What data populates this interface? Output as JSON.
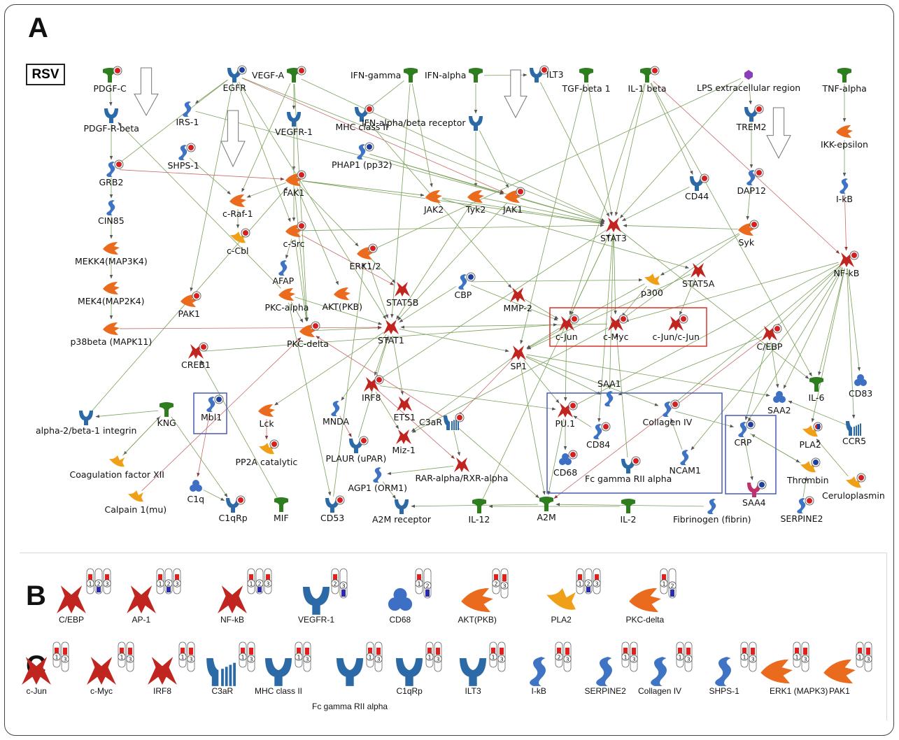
{
  "panels": {
    "a": "A",
    "b": "B",
    "c": "C"
  },
  "condition": "RSV",
  "colors": {
    "ligand": "#2e7d1e",
    "receptor": "#2b6aa6",
    "kinase": "#ea6a1e",
    "tf": "#c0251f",
    "protein": "#3f74c4",
    "enzyme": "#f0a016",
    "complex": "#3d6fc4",
    "compound": "#8a3fb8",
    "edge_activation": "#7aa05a",
    "edge_inhibition": "#c86a6a",
    "highlight_red": "#d9342b",
    "highlight_blue": "#4a5cb0",
    "bar_up": "#e0201d",
    "bar_down": "#2a2cb0"
  },
  "network_nodes": [
    {
      "id": "PDGF-C",
      "label": "PDGF-C",
      "type": "ligand",
      "dot": "red"
    },
    {
      "id": "EGFR",
      "label": "EGFR",
      "type": "receptor",
      "dot": "blue"
    },
    {
      "id": "VEGF-A",
      "label": "VEGF-A",
      "type": "ligand",
      "dot": "red"
    },
    {
      "id": "IFN-gamma",
      "label": "IFN-gamma",
      "type": "ligand",
      "dot": ""
    },
    {
      "id": "IFN-alpha",
      "label": "IFN-alpha",
      "type": "ligand",
      "dot": ""
    },
    {
      "id": "ILT3",
      "label": "ILT3",
      "type": "receptor",
      "dot": "red"
    },
    {
      "id": "TGF-beta1",
      "label": "TGF-beta 1",
      "type": "ligand",
      "dot": ""
    },
    {
      "id": "IL-1beta",
      "label": "IL-1 beta",
      "type": "ligand",
      "dot": "red"
    },
    {
      "id": "LPS",
      "label": "LPS extracellular region",
      "type": "compound",
      "dot": ""
    },
    {
      "id": "TNF-alpha",
      "label": "TNF-alpha",
      "type": "ligand",
      "dot": ""
    },
    {
      "id": "PDGF-R-beta",
      "label": "PDGF-R-beta",
      "type": "receptor",
      "dot": ""
    },
    {
      "id": "IRS-1",
      "label": "IRS-1",
      "type": "protein",
      "dot": ""
    },
    {
      "id": "MHC-II",
      "label": "MHC class II",
      "type": "receptor",
      "dot": "red"
    },
    {
      "id": "VEGFR-1",
      "label": "VEGFR-1",
      "type": "receptor",
      "dot": ""
    },
    {
      "id": "IFN-ab-R",
      "label": "IFN-alpha/beta receptor",
      "type": "receptor",
      "dot": ""
    },
    {
      "id": "TREM2",
      "label": "TREM2",
      "type": "receptor",
      "dot": "red"
    },
    {
      "id": "IKK-epsilon",
      "label": "IKK-epsilon",
      "type": "kinase",
      "dot": ""
    },
    {
      "id": "SHPS-1",
      "label": "SHPS-1",
      "type": "protein",
      "dot": "red"
    },
    {
      "id": "PHAP1",
      "label": "PHAP1 (pp32)",
      "type": "protein",
      "dot": "blue"
    },
    {
      "id": "GRB2",
      "label": "GRB2",
      "type": "protein",
      "dot": "red"
    },
    {
      "id": "FAK1",
      "label": "FAK1",
      "type": "kinase",
      "dot": "red"
    },
    {
      "id": "c-Raf-1",
      "label": "c-Raf-1",
      "type": "kinase",
      "dot": ""
    },
    {
      "id": "JAK2",
      "label": "JAK2",
      "type": "kinase",
      "dot": ""
    },
    {
      "id": "Tyk2",
      "label": "Tyk2",
      "type": "kinase",
      "dot": ""
    },
    {
      "id": "JAK1",
      "label": "JAK1",
      "type": "kinase",
      "dot": "red"
    },
    {
      "id": "CD44",
      "label": "CD44",
      "type": "receptor",
      "dot": "red"
    },
    {
      "id": "DAP12",
      "label": "DAP12",
      "type": "protein",
      "dot": "red"
    },
    {
      "id": "I-kB",
      "label": "I-kB",
      "type": "protein",
      "dot": ""
    },
    {
      "id": "CIN85",
      "label": "CIN85",
      "type": "protein",
      "dot": ""
    },
    {
      "id": "c-Cbl",
      "label": "c-Cbl",
      "type": "enzyme",
      "dot": "red"
    },
    {
      "id": "c-Src",
      "label": "c-Src",
      "type": "kinase",
      "dot": "red"
    },
    {
      "id": "STAT3",
      "label": "STAT3",
      "type": "tf",
      "dot": ""
    },
    {
      "id": "Syk",
      "label": "Syk",
      "type": "kinase",
      "dot": "red"
    },
    {
      "id": "MEKK4",
      "label": "MEKK4(MAP3K4)",
      "type": "kinase",
      "dot": ""
    },
    {
      "id": "ERK1/2",
      "label": "ERK1/2",
      "type": "kinase",
      "dot": "red"
    },
    {
      "id": "NF-kB",
      "label": "NF-kB",
      "type": "tf",
      "dot": "red"
    },
    {
      "id": "AFAP",
      "label": "AFAP",
      "type": "protein",
      "dot": ""
    },
    {
      "id": "STAT5A",
      "label": "STAT5A",
      "type": "tf",
      "dot": ""
    },
    {
      "id": "MEK4",
      "label": "MEK4(MAP2K4)",
      "type": "kinase",
      "dot": ""
    },
    {
      "id": "CBP",
      "label": "CBP",
      "type": "protein",
      "dot": "blue"
    },
    {
      "id": "p300",
      "label": "p300",
      "type": "enzyme",
      "dot": ""
    },
    {
      "id": "PAK1",
      "label": "PAK1",
      "type": "kinase",
      "dot": "red"
    },
    {
      "id": "PKC-alpha",
      "label": "PKC-alpha",
      "type": "kinase",
      "dot": ""
    },
    {
      "id": "AKT",
      "label": "AKT(PKB)",
      "type": "kinase",
      "dot": ""
    },
    {
      "id": "STAT5B",
      "label": "STAT5B",
      "type": "tf",
      "dot": ""
    },
    {
      "id": "MMP-2",
      "label": "MMP-2",
      "type": "tf",
      "dot": ""
    },
    {
      "id": "c-Jun",
      "label": "c-Jun",
      "type": "tf",
      "dot": "red"
    },
    {
      "id": "c-Myc",
      "label": "c-Myc",
      "type": "tf",
      "dot": "red"
    },
    {
      "id": "c-Jun/c-Jun",
      "label": "c-Jun/c-Jun",
      "type": "tf",
      "dot": "red"
    },
    {
      "id": "C/EBP",
      "label": "C/EBP",
      "type": "tf",
      "dot": "red"
    },
    {
      "id": "p38beta",
      "label": "p38beta (MAPK11)",
      "type": "kinase",
      "dot": ""
    },
    {
      "id": "PKC-delta",
      "label": "PKC-delta",
      "type": "kinase",
      "dot": "red"
    },
    {
      "id": "STAT1",
      "label": "STAT1",
      "type": "tf",
      "dot": ""
    },
    {
      "id": "CREB1",
      "label": "CREB1",
      "type": "tf",
      "dot": "red"
    },
    {
      "id": "SP1",
      "label": "SP1",
      "type": "tf",
      "dot": ""
    },
    {
      "id": "IL-6",
      "label": "IL-6",
      "type": "ligand",
      "dot": ""
    },
    {
      "id": "CD83",
      "label": "CD83",
      "type": "complex",
      "dot": ""
    },
    {
      "id": "IRF8",
      "label": "IRF8",
      "type": "tf",
      "dot": "red"
    },
    {
      "id": "SAA1",
      "label": "SAA1",
      "type": "protein",
      "dot": ""
    },
    {
      "id": "SAA2",
      "label": "SAA2",
      "type": "complex",
      "dot": ""
    },
    {
      "id": "alpha2beta1",
      "label": "alpha-2/beta-1 integrin",
      "type": "receptor",
      "dot": ""
    },
    {
      "id": "KNG",
      "label": "KNG",
      "type": "ligand",
      "dot": ""
    },
    {
      "id": "Mbl1",
      "label": "Mbl1",
      "type": "protein",
      "dot": "blue"
    },
    {
      "id": "Lck",
      "label": "Lck",
      "type": "kinase",
      "dot": ""
    },
    {
      "id": "MNDA",
      "label": "MNDA",
      "type": "protein",
      "dot": ""
    },
    {
      "id": "ETS1",
      "label": "ETS1",
      "type": "tf",
      "dot": ""
    },
    {
      "id": "C3aR",
      "label": "C3aR",
      "type": "receptor7",
      "dot": "red"
    },
    {
      "id": "PU.1",
      "label": "PU.1",
      "type": "tf",
      "dot": "red"
    },
    {
      "id": "Collagen IV",
      "label": "Collagen IV",
      "type": "protein",
      "dot": "red"
    },
    {
      "id": "CRP",
      "label": "CRP",
      "type": "protein",
      "dot": "blue"
    },
    {
      "id": "PLA2",
      "label": "PLA2",
      "type": "enzyme",
      "dot": "mixed"
    },
    {
      "id": "CCR5",
      "label": "CCR5",
      "type": "receptor7",
      "dot": ""
    },
    {
      "id": "Coag XII",
      "label": "Coagulation factor XII",
      "type": "enzyme",
      "dot": ""
    },
    {
      "id": "PP2A",
      "label": "PP2A catalytic",
      "type": "enzyme",
      "dot": "red"
    },
    {
      "id": "PLAUR",
      "label": "PLAUR (uPAR)",
      "type": "receptor",
      "dot": "red"
    },
    {
      "id": "Miz-1",
      "label": "Miz-1",
      "type": "tf",
      "dot": ""
    },
    {
      "id": "CD84",
      "label": "CD84",
      "type": "protein",
      "dot": "red"
    },
    {
      "id": "CD68",
      "label": "CD68",
      "type": "complex",
      "dot": "red"
    },
    {
      "id": "FcgRII",
      "label": "Fc gamma RII alpha",
      "type": "receptor",
      "dot": "red"
    },
    {
      "id": "NCAM1",
      "label": "NCAM1",
      "type": "protein",
      "dot": ""
    },
    {
      "id": "SAA4",
      "label": "SAA4",
      "type": "receptor",
      "dot": "blue"
    },
    {
      "id": "Thrombin",
      "label": "Thrombin",
      "type": "enzyme",
      "dot": "blue"
    },
    {
      "id": "Ceruloplasmin",
      "label": "Ceruloplasmin",
      "type": "enzyme",
      "dot": "red"
    },
    {
      "id": "C1q",
      "label": "C1q",
      "type": "complex",
      "dot": ""
    },
    {
      "id": "RAR-RXR",
      "label": "RAR-alpha/RXR-alpha",
      "type": "tf",
      "dot": ""
    },
    {
      "id": "AGP1",
      "label": "AGP1 (ORM1)",
      "type": "protein",
      "dot": ""
    },
    {
      "id": "Calpain",
      "label": "Calpain 1(mu)",
      "type": "enzyme",
      "dot": ""
    },
    {
      "id": "C1qRp",
      "label": "C1qRp",
      "type": "receptor",
      "dot": "red"
    },
    {
      "id": "MIF",
      "label": "MIF",
      "type": "ligand",
      "dot": ""
    },
    {
      "id": "CD53",
      "label": "CD53",
      "type": "receptor",
      "dot": "red"
    },
    {
      "id": "A2M receptor",
      "label": "A2M receptor",
      "type": "receptor",
      "dot": ""
    },
    {
      "id": "IL-12",
      "label": "IL-12",
      "type": "ligand",
      "dot": ""
    },
    {
      "id": "A2M",
      "label": "A2M",
      "type": "ligand",
      "dot": ""
    },
    {
      "id": "IL-2",
      "label": "IL-2",
      "type": "ligand",
      "dot": ""
    },
    {
      "id": "Fibrinogen",
      "label": "Fibrinogen (fibrin)",
      "type": "protein",
      "dot": ""
    },
    {
      "id": "SERPINE2",
      "label": "SERPINE2",
      "type": "protein",
      "dot": "red"
    }
  ],
  "legend_b": [
    {
      "label": "C/EBP",
      "type": "tf",
      "timepoints": [
        "1",
        "2",
        "3"
      ],
      "bars": [
        "up",
        "down",
        "up"
      ]
    },
    {
      "label": "AP-1",
      "type": "tf",
      "timepoints": [
        "1",
        "2",
        "3"
      ],
      "bars": [
        "up",
        "down",
        "up"
      ]
    },
    {
      "label": "NF-kB",
      "type": "tf",
      "timepoints": [
        "1",
        "2",
        "3"
      ],
      "bars": [
        "up",
        "down",
        "up"
      ]
    },
    {
      "label": "VEGFR-1",
      "type": "receptor",
      "timepoints": [
        "2",
        "3"
      ],
      "bars": [
        "up",
        "down"
      ]
    },
    {
      "label": "CD68",
      "type": "complex",
      "timepoints": [
        "1",
        "2"
      ],
      "bars": [
        "up",
        "down"
      ]
    },
    {
      "label": "AKT(PKB)",
      "type": "kinase",
      "timepoints": [
        "2",
        "3"
      ],
      "bars": [
        "up",
        "up"
      ]
    },
    {
      "label": "PLA2",
      "type": "enzyme",
      "timepoints": [
        "1",
        "2",
        "3"
      ],
      "bars": [
        "up",
        "down",
        "up"
      ]
    },
    {
      "label": "PKC-delta",
      "type": "kinase",
      "timepoints": [
        "1",
        "2"
      ],
      "bars": [
        "up",
        "down"
      ]
    }
  ],
  "legend_c": [
    {
      "label": "c-Jun",
      "type": "tf",
      "timepoints": [
        "1",
        "3"
      ]
    },
    {
      "label": "c-Myc",
      "type": "tf",
      "timepoints": [
        "1",
        "3"
      ]
    },
    {
      "label": "IRF8",
      "type": "tf",
      "timepoints": [
        "1",
        "3"
      ]
    },
    {
      "label": "C3aR",
      "type": "receptor7",
      "timepoints": [
        "1",
        "3"
      ]
    },
    {
      "label": "MHC class II",
      "type": "receptor",
      "timepoints": [
        "1",
        "3"
      ]
    },
    {
      "label": "Fc gamma RII alpha",
      "type": "receptor",
      "timepoints": [
        "1",
        "3"
      ]
    },
    {
      "label": "C1qRp",
      "type": "receptor",
      "timepoints": [
        "1",
        "3"
      ]
    },
    {
      "label": "ILT3",
      "type": "receptor",
      "timepoints": [
        "1",
        "3"
      ]
    },
    {
      "label": "I-kB",
      "type": "protein",
      "timepoints": [
        "2",
        "3"
      ]
    },
    {
      "label": "SERPINE2",
      "type": "protein",
      "timepoints": [
        "1",
        "3"
      ]
    },
    {
      "label": "Collagen IV",
      "type": "protein",
      "timepoints": [
        "1",
        "3"
      ]
    },
    {
      "label": "SHPS-1",
      "type": "protein",
      "timepoints": [
        "1",
        "3"
      ]
    },
    {
      "label": "ERK1 (MAPK3)",
      "type": "kinase",
      "timepoints": [
        "1",
        "3"
      ]
    },
    {
      "label": "PAK1",
      "type": "kinase",
      "timepoints": [
        "1",
        "3"
      ]
    }
  ]
}
